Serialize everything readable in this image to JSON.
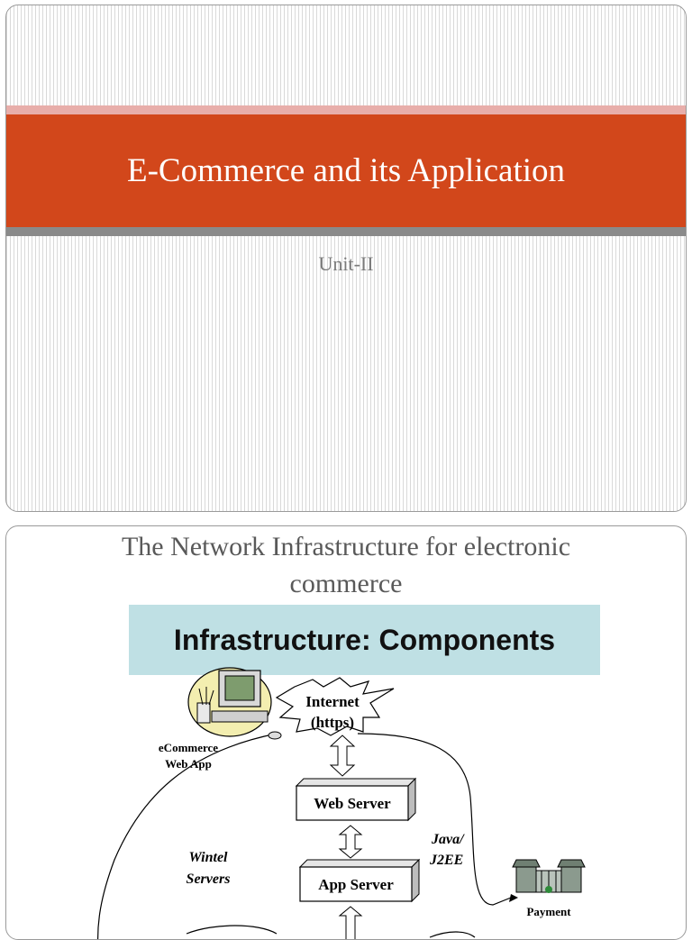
{
  "slide1": {
    "title": "E-Commerce and its Application",
    "subtitle": "Unit-II"
  },
  "slide2": {
    "title_line1": "The Network Infrastructure for electronic",
    "title_line2": "commerce",
    "banner": "Infrastructure:  Components",
    "diagram": {
      "internet_line1": "Internet",
      "internet_line2": "(https)",
      "webapp_line1": "eCommerce",
      "webapp_line2": "Web App",
      "web_server": "Web Server",
      "app_server": "App Server",
      "java_line1": "Java/",
      "java_line2": "J2EE",
      "wintel_line1": "Wintel",
      "wintel_line2": "Servers",
      "payment": "Payment"
    }
  }
}
